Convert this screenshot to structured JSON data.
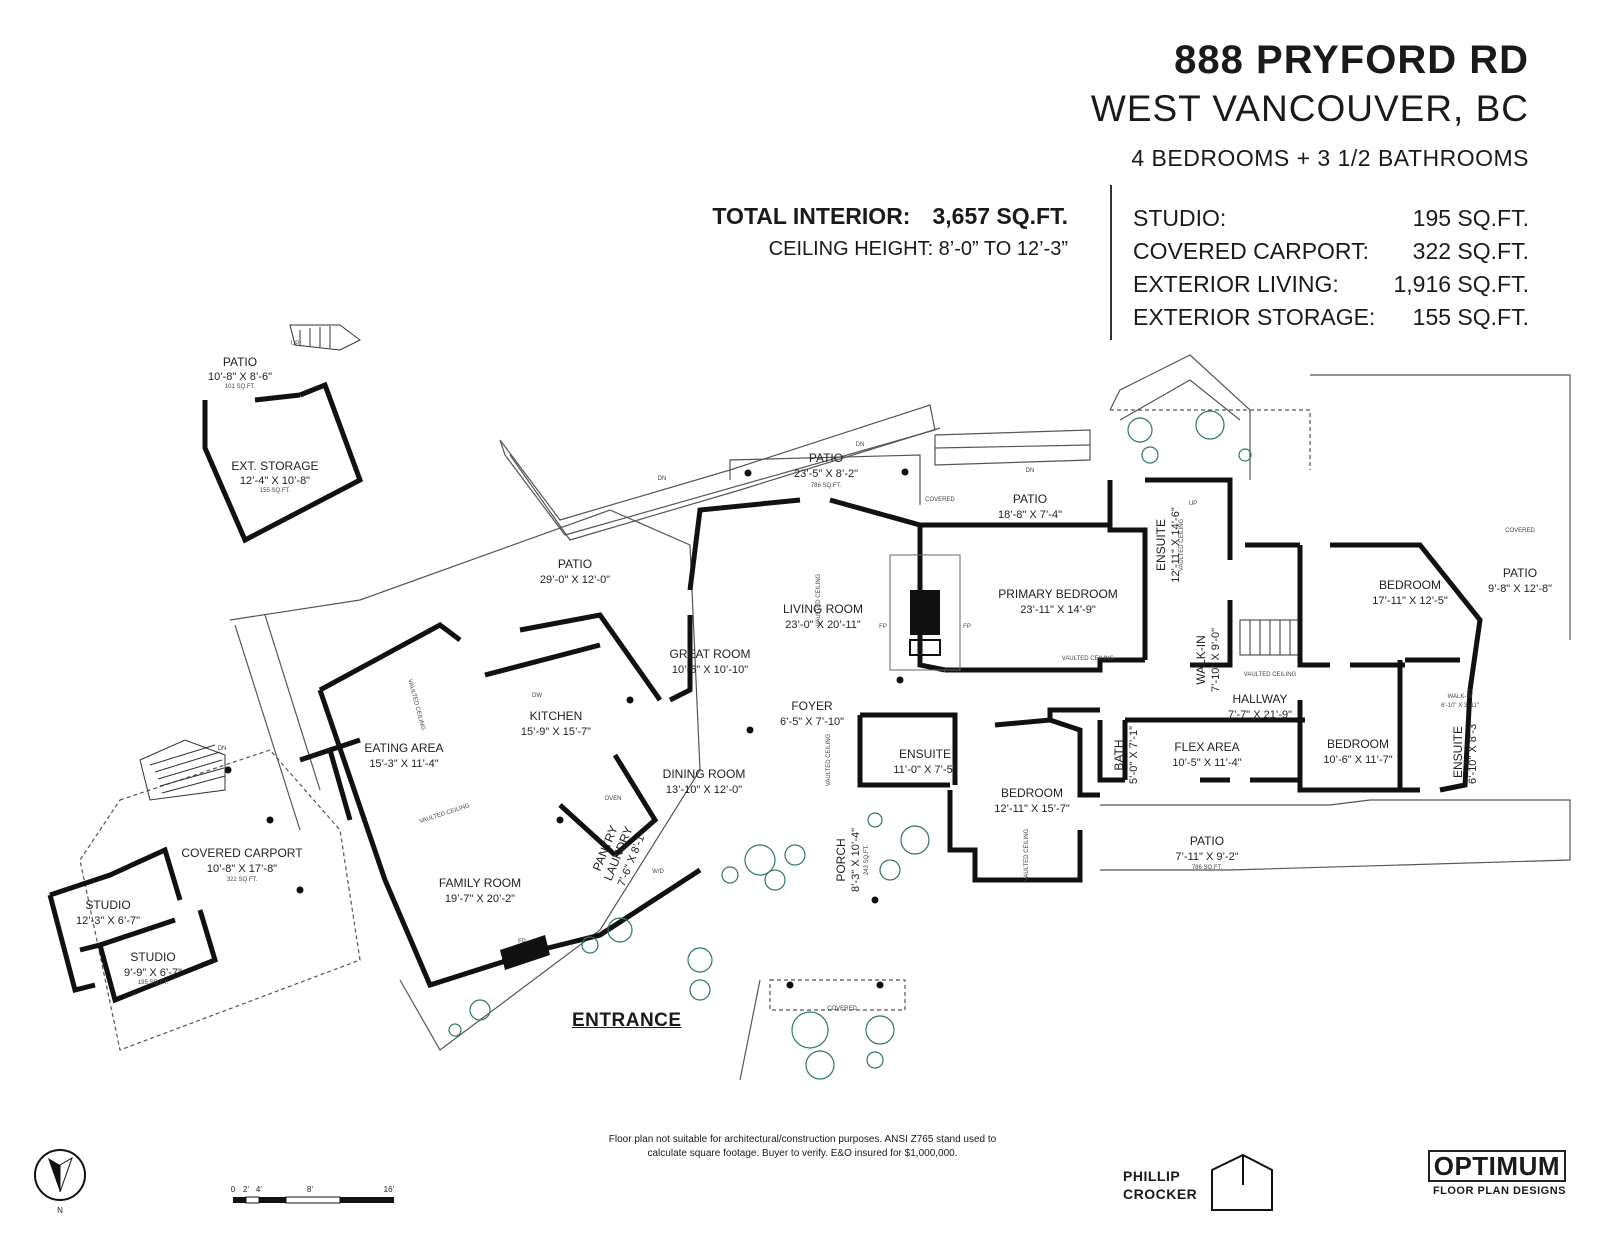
{
  "header": {
    "address": "888 PRYFORD RD",
    "city": "WEST VANCOUVER, BC",
    "summary": "4 BEDROOMS + 3 1/2 BATHROOMS",
    "total_label": "TOTAL INTERIOR:",
    "total_value": "3,657 SQ.FT.",
    "ceiling": "CEILING HEIGHT: 8’-0” TO 12’-3”"
  },
  "stats": [
    {
      "label": "STUDIO:",
      "value": "195 SQ.FT."
    },
    {
      "label": "COVERED CARPORT:",
      "value": "322 SQ.FT."
    },
    {
      "label": "EXTERIOR LIVING:",
      "value": "1,916 SQ.FT."
    },
    {
      "label": "EXTERIOR STORAGE:",
      "value": "155 SQ.FT."
    }
  ],
  "rooms": {
    "patio_upper": {
      "name": "PATIO",
      "dim": "10’-8\" X 8’-6\"",
      "area": "101 SQ.FT."
    },
    "ext_storage": {
      "name": "EXT. STORAGE",
      "dim": "12’-4\" X 10’-8\"",
      "area": "155 SQ.FT."
    },
    "patio_main": {
      "name": "PATIO",
      "dim": "23’-5\" X 8’-2\"",
      "area": "786 SQ.FT."
    },
    "patio_west": {
      "name": "PATIO",
      "dim": "29’-0\" X 12’-0\""
    },
    "patio_primary": {
      "name": "PATIO",
      "dim": "18’-8\" X 7’-4\""
    },
    "living": {
      "name": "LIVING ROOM",
      "dim": "23’-0\" X 20’-11\""
    },
    "primary": {
      "name": "PRIMARY BEDROOM",
      "dim": "23’-11\" X 14’-9\""
    },
    "great": {
      "name": "GREAT ROOM",
      "dim": "10’-5\" X 10’-10\""
    },
    "kitchen": {
      "name": "KITCHEN",
      "dim": "15’-9\" X 15’-7\""
    },
    "eating": {
      "name": "EATING AREA",
      "dim": "15’-3\" X 11’-4\""
    },
    "foyer": {
      "name": "FOYER",
      "dim": "6’-5\" X 7’-10\""
    },
    "dining": {
      "name": "DINING ROOM",
      "dim": "13’-10\" X 12’-0\""
    },
    "carport": {
      "name": "COVERED CARPORT",
      "dim": "10’-8\" X 17’-8\"",
      "area": "322 SQ.FT."
    },
    "family": {
      "name": "FAMILY ROOM",
      "dim": "19’-7\" X 20’-2\""
    },
    "studio_a": {
      "name": "STUDIO",
      "dim": "12’-3\" X 6’-7\""
    },
    "studio_b": {
      "name": "STUDIO",
      "dim": "9’-9\" X 6’-7\"",
      "area": "195 SQ.FT."
    },
    "ensuite_mid": {
      "name": "ENSUITE",
      "dim": "11’-0\" X 7’-5\""
    },
    "bedroom_mid": {
      "name": "BEDROOM",
      "dim": "12’-11\" X 15’-7\""
    },
    "flex": {
      "name": "FLEX AREA",
      "dim": "10’-5\" X 11’-4\""
    },
    "hallway": {
      "name": "HALLWAY",
      "dim": "7’-7\" X 21’-9\""
    },
    "bedroom_ne": {
      "name": "BEDROOM",
      "dim": "17’-11\" X 12’-5\""
    },
    "patio_east": {
      "name": "PATIO",
      "dim": "9’-8\" X 12’-8\""
    },
    "bedroom_e": {
      "name": "BEDROOM",
      "dim": "10’-6\" X 11’-7\""
    },
    "patio_south": {
      "name": "PATIO",
      "dim": "7’-11\" X 9’-2\"",
      "area": "786 SQ.FT."
    },
    "ensuite_primary": {
      "name": "ENSUITE",
      "dim": "12’-11\" X 14’-6\""
    },
    "walkin_primary": {
      "name": "WALK-IN",
      "dim": "7’-10\" X 9’-0\""
    },
    "bath": {
      "name": "BATH",
      "dim": "5’-0\" X 7’-1\""
    },
    "ensuite_e": {
      "name": "ENSUITE",
      "dim": "6’-10\" X 8’-3\""
    },
    "walkin_e": {
      "name": "WALK-IN",
      "dim": "6’-10\" X 3’-11\""
    },
    "porch": {
      "name": "PORCH",
      "dim": "8’-3\" X 10’-4\"",
      "area": "243 SQ.FT."
    },
    "pantry": {
      "name": "PANTRY"
    },
    "laundry": {
      "name": "LAUNDRY",
      "dim": "7’-6\" X 8’-1\""
    }
  },
  "notes": {
    "covered": "COVERED",
    "dn": "DN",
    "up": "UP",
    "vaulted": "VAULTED CEILING",
    "fp": "FP",
    "dw": "DW",
    "oven": "OVEN",
    "wd": "W/D"
  },
  "entrance": "ENTRANCE",
  "disclaimer": "Floor plan not suitable for architectural/construction purposes. ANSI Z765 stand used to calculate square footage. Buyer to verify.  E&O insured for $1,000,000.",
  "scale": {
    "ticks": [
      "0",
      "2’",
      "4’",
      "8’",
      "16’"
    ]
  },
  "compass": "N",
  "brands": {
    "phillip": "PHILLIP",
    "crocker": "CROCKER",
    "optimum": "OPTIMUM",
    "optimum_sub": "FLOOR PLAN DESIGNS"
  }
}
